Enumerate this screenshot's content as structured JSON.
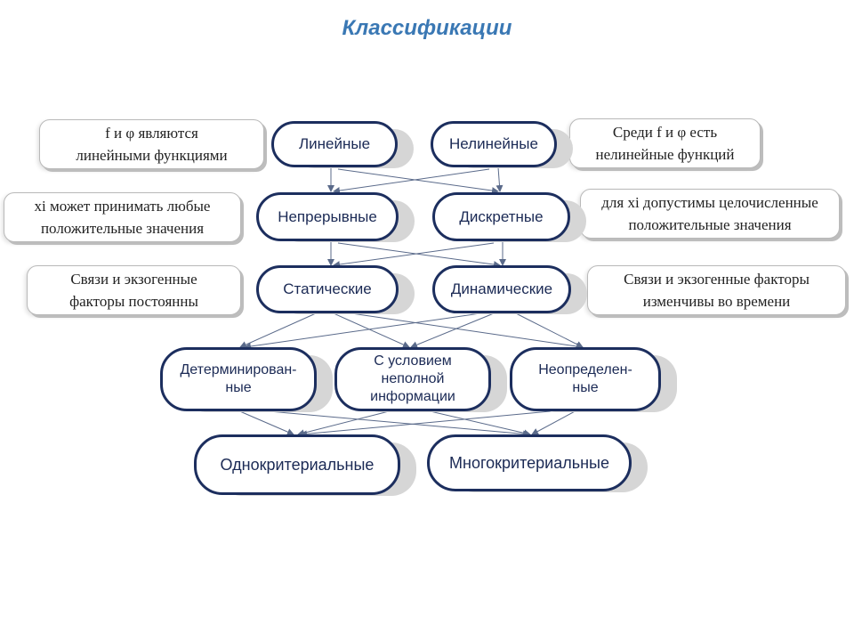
{
  "title": "Классификации",
  "nodes": {
    "linear": "Линейные",
    "nonlinear": "Нелинейные",
    "continuous": "Непрерывные",
    "discrete": "Дискретные",
    "static": "Статические",
    "dynamic": "Динамические",
    "deterministic": [
      "Детерминирован-",
      "ные"
    ],
    "incomplete": [
      "С условием",
      "неполной",
      "информации"
    ],
    "uncertain": [
      "Неопределен-",
      "ные"
    ],
    "single_criterion": "Однокритериальные",
    "multi_criterion": "Многокритериальные"
  },
  "notes": {
    "linear": [
      "f и φ являются",
      "линейными функциями"
    ],
    "nonlinear": [
      "Среди f и φ есть",
      "нелинейные функций"
    ],
    "continuous": [
      "xi может принимать любые",
      "положительные значения"
    ],
    "discrete": [
      "для xi допустимы целочисленные",
      "положительные значения"
    ],
    "static": [
      "Связи и экзогенные",
      "факторы постоянны"
    ],
    "dynamic": [
      "Связи и экзогенные факторы",
      "изменчивы во времени"
    ]
  },
  "colors": {
    "title": "#3a78b4",
    "node_border": "#1c2e5e",
    "connector": "#5a6a8a",
    "shadow": "#d6d6d6"
  }
}
